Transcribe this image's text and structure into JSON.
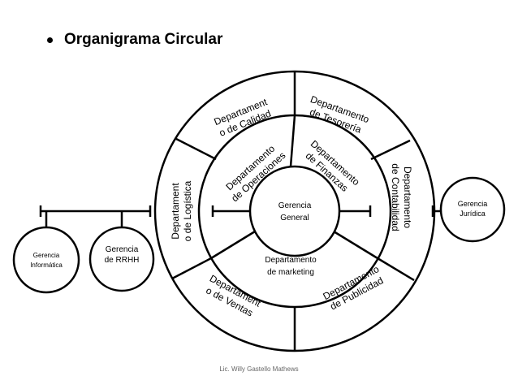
{
  "title": "Organigrama Circular",
  "footer": "Lic. Willy Gastello Mathews",
  "center": [
    "Gerencia",
    "General"
  ],
  "inner_ring": {
    "operaciones": [
      "Departamento",
      "de Operaciones"
    ],
    "finanzas": [
      "Departamento",
      "de Finanzas"
    ],
    "marketing": [
      "Departamento",
      "de marketing"
    ]
  },
  "outer_ring": {
    "calidad": [
      "Departament",
      "o de Calidad"
    ],
    "tesoreria": [
      "Departamento",
      "de Tesorería"
    ],
    "contabilidad": [
      "Departamento",
      "de Contabilidad"
    ],
    "publicidad": [
      "Departamento",
      "de Publicidad"
    ],
    "ventas": [
      "Departament",
      "o de Ventas"
    ],
    "logistica": [
      "Departament",
      "o de Logística"
    ]
  },
  "external": {
    "juridica": [
      "Gerencia",
      "Jurídica"
    ],
    "informatica": [
      "Gerencia",
      "Informática"
    ],
    "rrhh": [
      "Gerencia",
      "de RRHH"
    ]
  }
}
